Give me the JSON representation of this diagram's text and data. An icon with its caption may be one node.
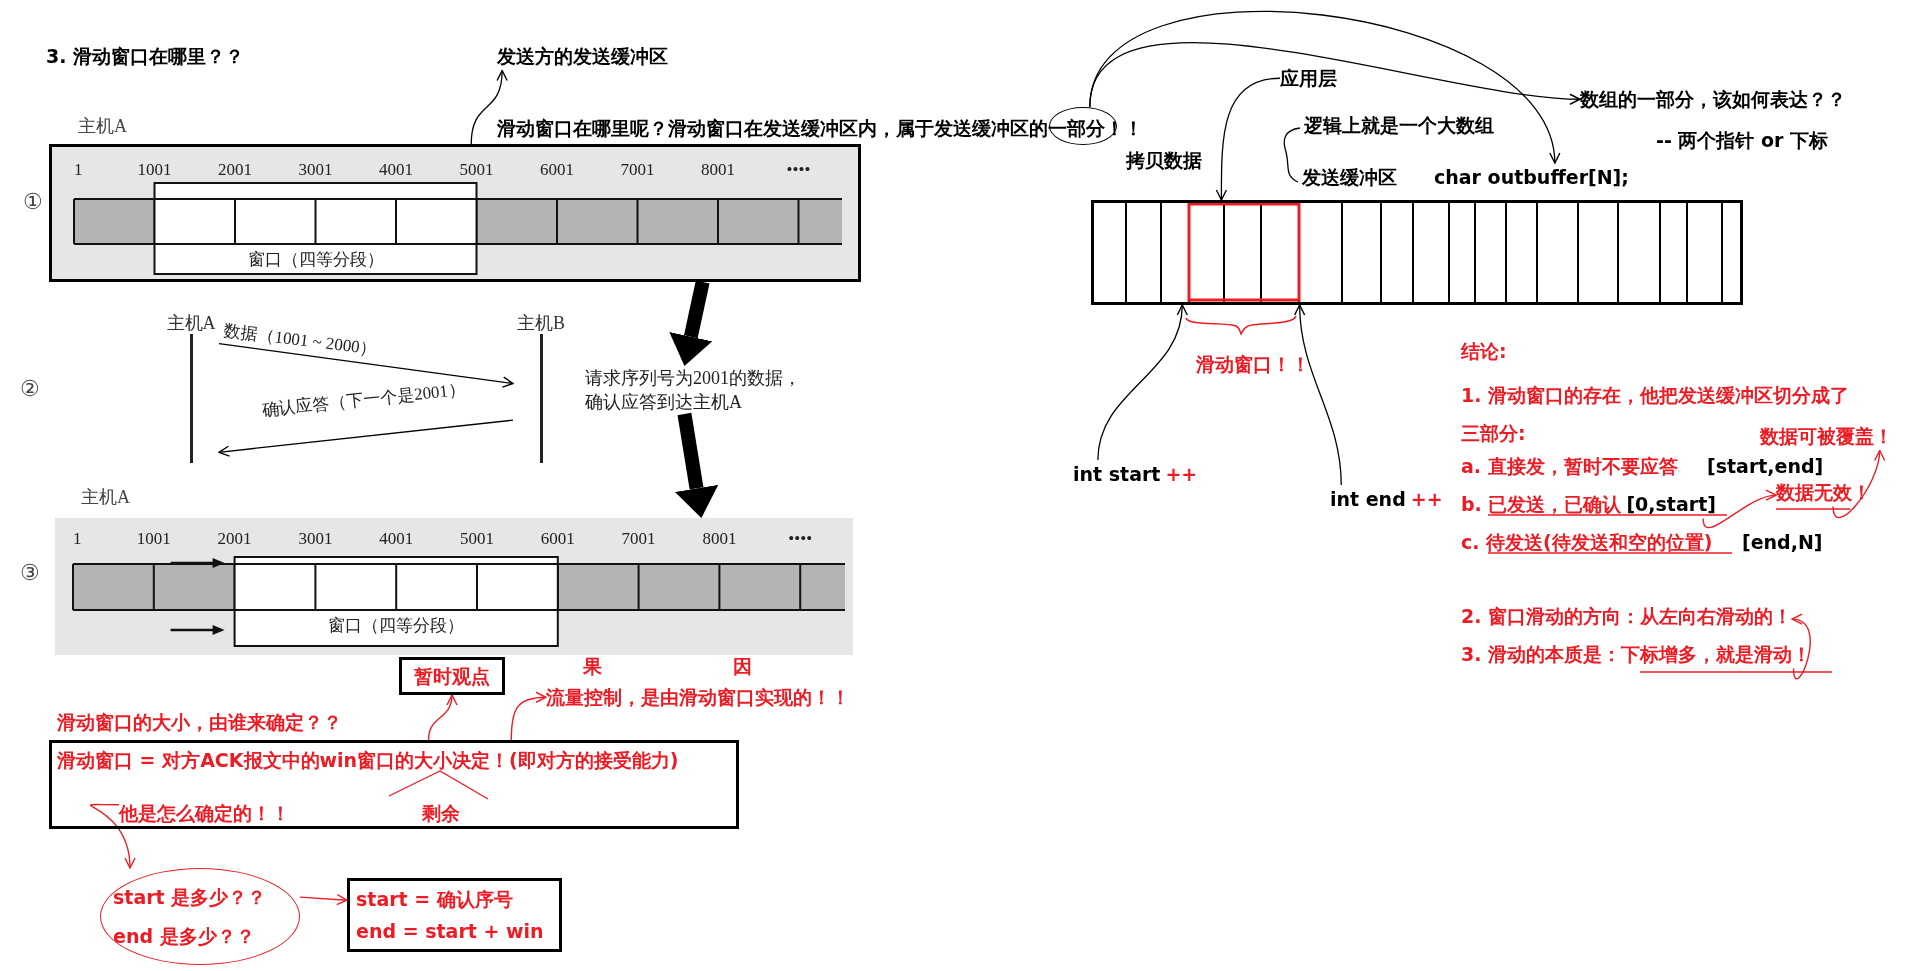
{
  "diagram": {
    "title": "3. 滑动窗口在哪里？？",
    "nodes": [
      {
        "text": [
          "发送方的发送缓冲区"
        ]
      },
      {
        "text": [
          "主机A",
          "1",
          "1001",
          "2001",
          "3001",
          "4001",
          "5001",
          "6001",
          "7001",
          "8001",
          "••••",
          "窗口（四等分段）"
        ],
        "beside": [
          "①"
        ]
      },
      {
        "text": [
          "滑动窗口在哪里呢？滑动窗口在发送缓冲区内，属于发送缓冲区的一部分！！"
        ]
      },
      {
        "text": [
          "应用层"
        ]
      },
      {
        "text": [
          "数组的一部分，该如何表达？？"
        ]
      },
      {
        "text": [
          "char outbuffer[N];"
        ]
      },
      {
        "text": [],
        "shape": "box"
      },
      {
        "text": [
          "int start",
          "++"
        ]
      },
      {
        "text": [
          "int end",
          "++"
        ]
      },
      {
        "text": [
          "主机A"
        ]
      },
      {
        "text": [
          "主机B"
        ]
      },
      {
        "text": [
          "请求序列号为2001的数据，确认应答到达主机A"
        ]
      },
      {
        "text": [
          "主机A",
          "1",
          "1001",
          "2001",
          "3001",
          "4001",
          "5001",
          "6001",
          "7001",
          "8001",
          "••••",
          "窗口（四等分段）"
        ],
        "beside": [
          "③"
        ]
      },
      {
        "text": [
          "暂时观点"
        ]
      },
      {
        "text": [
          "流量控制，是由滑动窗口实现的！！"
        ]
      },
      {
        "text": [
          "滑动窗口 = 对方ACK报文中的win窗口的大小决定！(即对方的接受能力)"
        ]
      },
      {
        "text": [
          "他是怎么确定的！！"
        ],
        "in": 15
      },
      {
        "text": [
          "剩余"
        ],
        "in": 15
      },
      {
        "text": [
          "start 是多少？？",
          "end 是多少？？"
        ]
      },
      {
        "text": [
          "start = 确认序号",
          "end = start + win"
        ]
      },
      {
        "text": [
          "b. 已发送，已确认",
          "[0,start]"
        ]
      },
      {
        "text": [
          "数据无效！"
        ]
      },
      {
        "text": [
          "数据可被覆盖！"
        ]
      },
      {
        "text": [
          "2. 窗口滑动的方向：从左向右滑动的！"
        ]
      },
      {
        "text": [
          "3. 滑动的本质是：下标增多，就是滑动！"
        ]
      },
      {
        "text": [],
        "shape": "circle"
      }
    ],
    "edges": [
      {
        "from": 1,
        "to": 0,
        "arrow": "to"
      },
      {
        "from": 25,
        "to": 4,
        "arrow": "to"
      },
      {
        "from": 25,
        "to": 5,
        "arrow": "to"
      },
      {
        "from": 3,
        "to": 6,
        "arrow": "to",
        "label": "拷贝数据"
      },
      {
        "from": 7,
        "to": 6,
        "arrow": "to"
      },
      {
        "from": 8,
        "to": 6,
        "arrow": "to"
      },
      {
        "from": 9,
        "to": 10,
        "arrow": "to",
        "label": "数据（1001 ~ 2000）"
      },
      {
        "from": 10,
        "to": 9,
        "arrow": "to",
        "label": "确认应答（下一个是2001）"
      },
      {
        "from": 1,
        "to": 11,
        "arrow": "to",
        "style": "thick"
      },
      {
        "from": 11,
        "to": 12,
        "arrow": "to",
        "style": "thick"
      },
      {
        "from": 15,
        "to": 13,
        "arrow": "to",
        "color": "#ed1c24"
      },
      {
        "from": 15,
        "to": 14,
        "arrow": "to",
        "color": "#ed1c24"
      },
      {
        "from": 16,
        "to": 18,
        "arrow": "to",
        "color": "#ed1c24"
      },
      {
        "from": 18,
        "to": 19,
        "arrow": "to",
        "color": "#ed1c24"
      },
      {
        "from": 20,
        "to": 21,
        "arrow": "to",
        "color": "#ed1c24"
      },
      {
        "from": 21,
        "to": 22,
        "arrow": "to",
        "color": "#ed1c24"
      },
      {
        "from": 24,
        "to": 23,
        "arrow": "to",
        "color": "#ed1c24"
      }
    ],
    "labels": [
      "②",
      "逻辑上就是一个大数组",
      "发送缓冲区",
      "-- 两个指针 or 下标",
      "滑动窗口！！",
      "结论:",
      "1. 滑动窗口的存在，他把发送缓冲区切分成了三部分:",
      "a. 直接发，暂时不要应答",
      "[start,end]",
      "c. 待发送(待发送和空的位置)",
      "[end,N]",
      "果",
      "因",
      "滑动窗口的大小，由谁来确定？？"
    ]
  }
}
